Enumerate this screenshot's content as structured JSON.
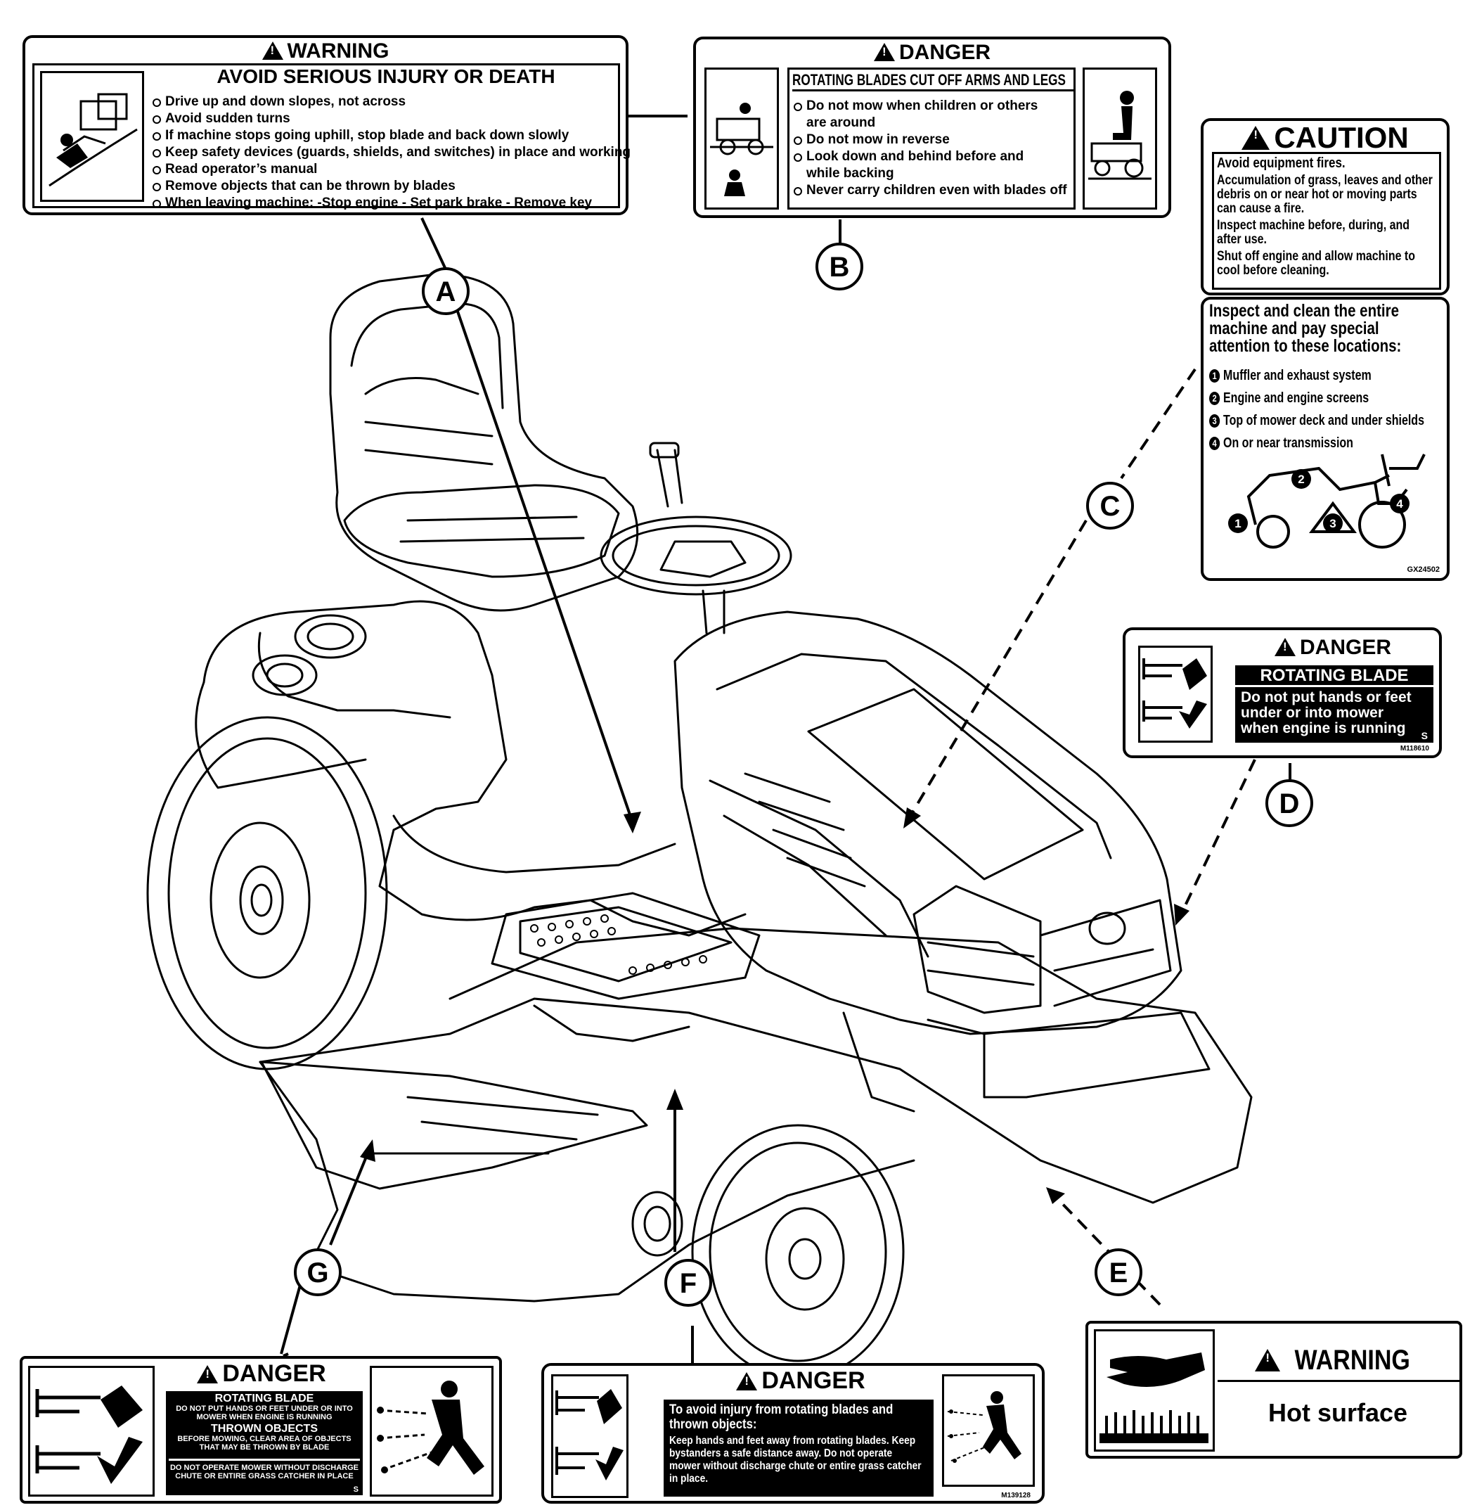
{
  "callouts": {
    "a": "A",
    "b": "B",
    "c": "C",
    "d": "D",
    "e": "E",
    "f": "F",
    "g": "G"
  },
  "decal_a": {
    "signal": "WARNING",
    "title": "AVOID SERIOUS INJURY OR DEATH",
    "items": [
      "Drive up and down slopes, not across",
      "Avoid sudden turns",
      "If machine stops going uphill, stop blade and back down slowly",
      "Keep safety devices (guards, shields, and switches) in place and working",
      "Read operator’s manual",
      "Remove objects that can be thrown by blades",
      "When leaving machine: -Stop engine - Set park brake - Remove key"
    ]
  },
  "decal_b": {
    "signal": "DANGER",
    "title": "ROTATING BLADES CUT OFF ARMS AND LEGS",
    "items": [
      "Do not mow when children or others are around",
      "Do not mow in reverse",
      "Look down and behind before and while backing",
      "Never carry children even with blades off"
    ]
  },
  "decal_c": {
    "signal": "CAUTION",
    "lines": [
      "Avoid equipment fires.",
      "Accumulation of grass, leaves and other debris on or near hot or moving parts can cause a fire.",
      "Inspect machine before, during, and after use.",
      "Shut off engine and allow machine to cool before cleaning."
    ],
    "inspect_title": "Inspect and clean the entire machine and pay special attention to these locations:",
    "locations": [
      "Muffler and exhaust system",
      "Engine and engine screens",
      "Top of mower deck and under shields",
      "On or near transmission"
    ],
    "location_numbers": [
      "1",
      "2",
      "3",
      "4"
    ],
    "part_number": "GX24502"
  },
  "decal_d": {
    "signal": "DANGER",
    "title": "ROTATING BLADE",
    "text": "Do not put hands or feet under or into mower when engine is running",
    "letter": "S",
    "part_number": "M118610"
  },
  "decal_e": {
    "signal": "WARNING",
    "text": "Hot surface"
  },
  "decal_f": {
    "signal": "DANGER",
    "title": "To avoid injury from rotating blades and thrown objects:",
    "text": "Keep hands and feet away from rotating blades. Keep bystanders a safe distance away. Do not operate mower without discharge chute or entire grass catcher in place.",
    "part_number": "M139128"
  },
  "decal_g": {
    "signal": "DANGER",
    "title1": "ROTATING BLADE",
    "text1": "DO NOT PUT HANDS OR FEET UNDER OR INTO MOWER WHEN ENGINE IS RUNNING",
    "title2": "THROWN OBJECTS",
    "text2": "BEFORE MOWING, CLEAR AREA OF OBJECTS THAT MAY BE THROWN BY BLADE",
    "text3": "DO NOT OPERATE MOWER WITHOUT DISCHARGE CHUTE OR ENTIRE GRASS CATCHER IN PLACE",
    "letter": "S"
  }
}
